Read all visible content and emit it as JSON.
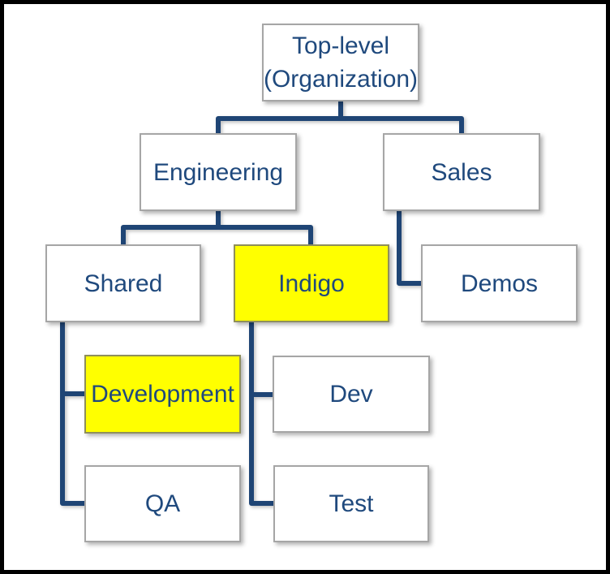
{
  "diagram": {
    "type": "org-chart",
    "nodes": {
      "top": {
        "label": "Top-level (Organization)",
        "lines": [
          "Top-level",
          "(Organization)"
        ],
        "highlighted": false
      },
      "engineering": {
        "label": "Engineering",
        "highlighted": false
      },
      "sales": {
        "label": "Sales",
        "highlighted": false
      },
      "shared": {
        "label": "Shared",
        "highlighted": false
      },
      "indigo": {
        "label": "Indigo",
        "highlighted": true
      },
      "demos": {
        "label": "Demos",
        "highlighted": false
      },
      "development": {
        "label": "Development",
        "highlighted": true
      },
      "dev": {
        "label": "Dev",
        "highlighted": false
      },
      "qa": {
        "label": "QA",
        "highlighted": false
      },
      "test": {
        "label": "Test",
        "highlighted": false
      }
    },
    "hierarchy": {
      "top": [
        "engineering",
        "sales"
      ],
      "engineering": [
        "shared",
        "indigo"
      ],
      "sales": [
        "demos"
      ],
      "shared": [
        "development",
        "qa"
      ],
      "indigo": [
        "dev",
        "test"
      ]
    },
    "colors": {
      "text": "#1f497d",
      "connector": "#1f4575",
      "highlight": "#ffff00",
      "box_border": "#a6a6a6",
      "box_fill": "#ffffff",
      "frame": "#000000",
      "background": "#ffffff"
    }
  }
}
